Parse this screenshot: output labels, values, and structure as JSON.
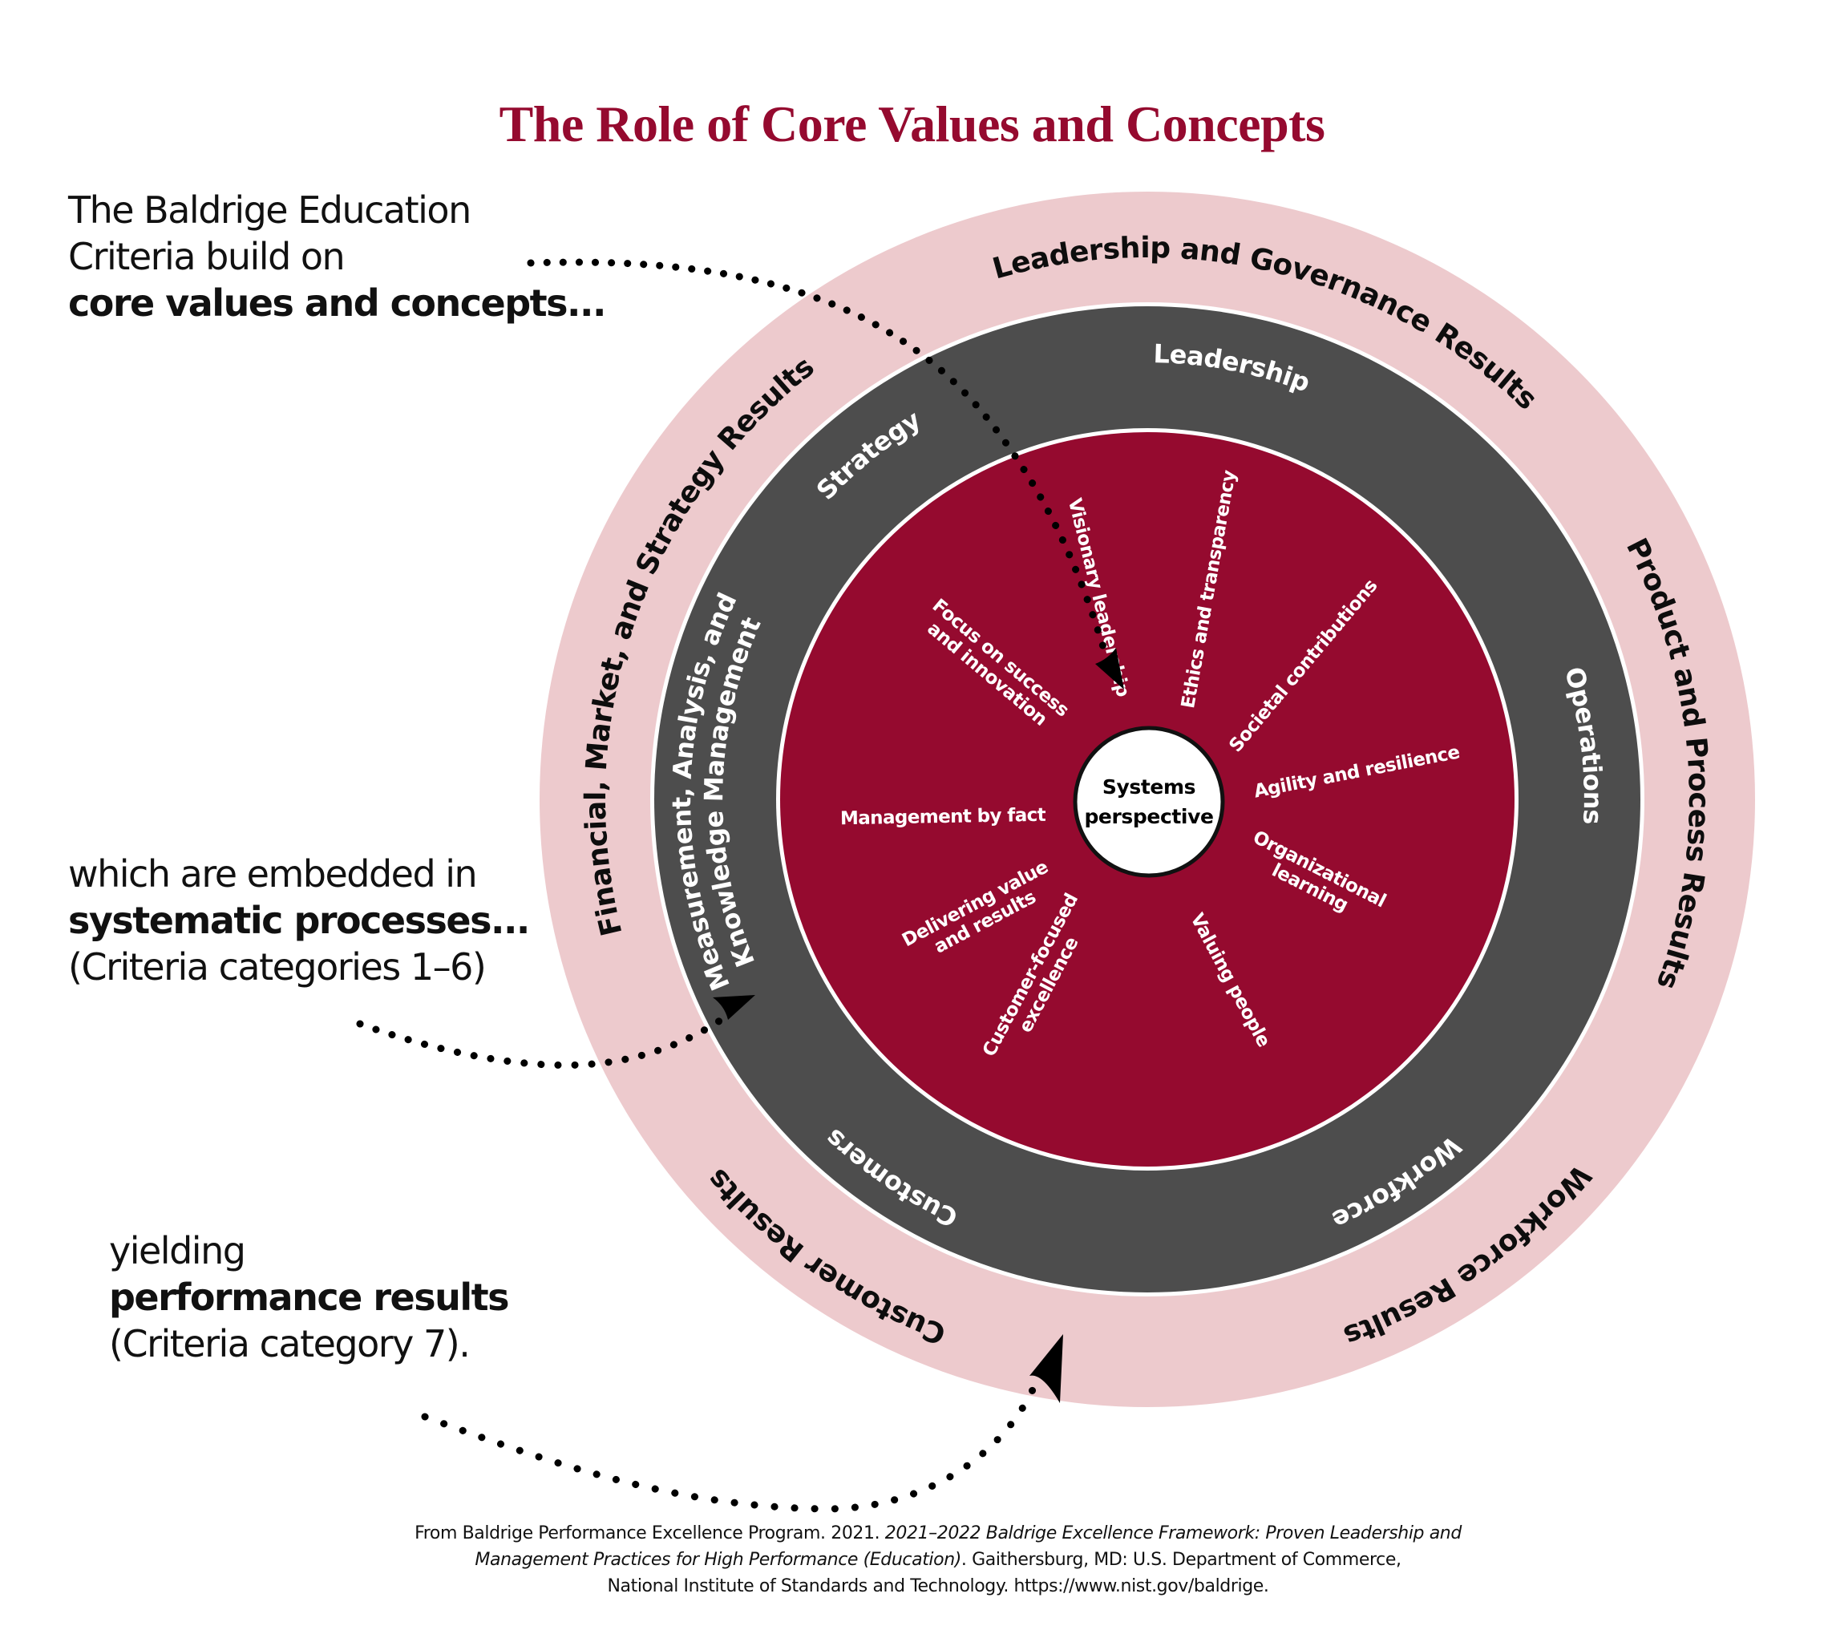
{
  "title": "The Role of Core Values and Concepts",
  "colors": {
    "title": "#950A2F",
    "outer_ring": "#EDCACD",
    "middle_ring": "#4D4D4D",
    "inner_disc": "#950A2F",
    "center_circle": "#FFFFFF"
  },
  "annotations": [
    {
      "lines": [
        "The Baldrige Education",
        "Criteria build on"
      ],
      "bold": "core values and concepts...",
      "after": ""
    },
    {
      "lines": [
        "which are embedded in"
      ],
      "bold": "systematic processes...",
      "after": "(Criteria categories 1–6)"
    },
    {
      "lines": [
        "yielding"
      ],
      "bold": "performance results",
      "after": "(Criteria category 7)."
    }
  ],
  "outer_ring_labels": [
    "Leadership and Governance Results",
    "Product and Process Results",
    "Workforce Results",
    "Customer Results",
    "Financial, Market, and Strategy Results"
  ],
  "middle_ring_labels": [
    "Leadership",
    "Operations",
    "Workforce",
    "Customers",
    "Measurement, Analysis, and",
    "Knowledge Management",
    "Strategy"
  ],
  "core_values": [
    {
      "lines": [
        "Visionary leadership"
      ]
    },
    {
      "lines": [
        "Ethics and transparency"
      ]
    },
    {
      "lines": [
        "Societal contributions"
      ]
    },
    {
      "lines": [
        "Agility and resilience"
      ]
    },
    {
      "lines": [
        "Organizational",
        "learning"
      ]
    },
    {
      "lines": [
        "Valuing people"
      ]
    },
    {
      "lines": [
        "Customer-focused",
        "excellence"
      ]
    },
    {
      "lines": [
        "Delivering value",
        "and results"
      ]
    },
    {
      "lines": [
        "Management by fact"
      ]
    },
    {
      "lines": [
        "Focus on success",
        "and innovation"
      ]
    }
  ],
  "center": {
    "line1": "Systems",
    "line2": "perspective"
  },
  "arrows": [
    {
      "from": "core values and concepts",
      "to": "inner core values disc"
    },
    {
      "from": "systematic processes",
      "to": "middle process ring"
    },
    {
      "from": "performance results",
      "to": "outer results ring"
    }
  ],
  "footnote": {
    "line1_plain": "From Baldrige Performance Excellence Program. 2021. ",
    "line1_italic": "2021–2022 Baldrige Excellence Framework: Proven Leadership and",
    "line2_italic": "Management Practices for High Performance (Education)",
    "line2_plain": ". Gaithersburg, MD: U.S. Department of Commerce,",
    "line3": "National Institute of Standards and Technology. https://www.nist.gov/baldrige."
  }
}
